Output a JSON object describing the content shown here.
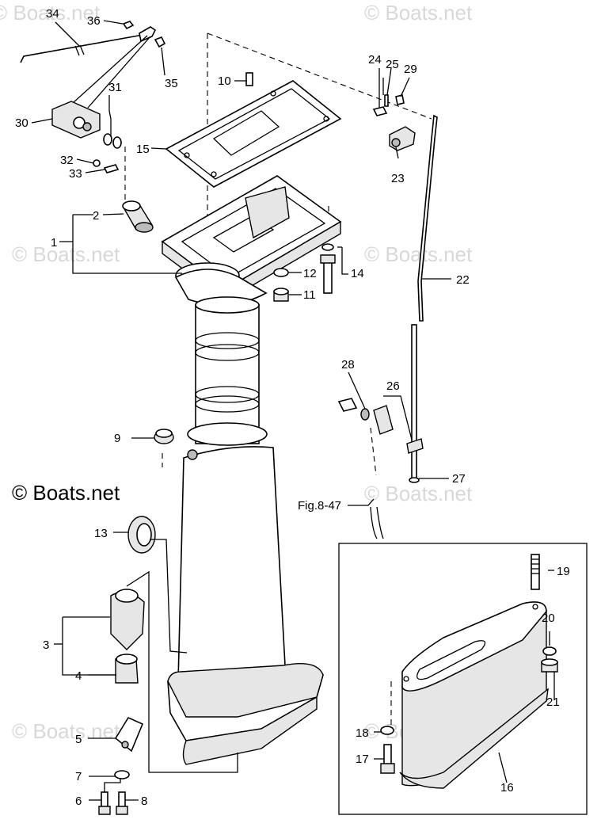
{
  "watermark": {
    "text": "© Boats.net"
  },
  "callouts": [
    {
      "id": "34",
      "text": "34"
    },
    {
      "id": "36",
      "text": "36"
    },
    {
      "id": "35",
      "text": "35"
    },
    {
      "id": "31",
      "text": "31"
    },
    {
      "id": "30",
      "text": "30"
    },
    {
      "id": "32",
      "text": "32"
    },
    {
      "id": "33",
      "text": "33"
    },
    {
      "id": "10",
      "text": "10"
    },
    {
      "id": "15",
      "text": "15"
    },
    {
      "id": "24",
      "text": "24"
    },
    {
      "id": "25",
      "text": "25"
    },
    {
      "id": "29",
      "text": "29"
    },
    {
      "id": "23",
      "text": "23"
    },
    {
      "id": "2",
      "text": "2"
    },
    {
      "id": "1",
      "text": "1"
    },
    {
      "id": "12",
      "text": "12"
    },
    {
      "id": "14",
      "text": "14"
    },
    {
      "id": "11",
      "text": "11"
    },
    {
      "id": "22",
      "text": "22"
    },
    {
      "id": "28",
      "text": "28"
    },
    {
      "id": "26",
      "text": "26"
    },
    {
      "id": "9",
      "text": "9"
    },
    {
      "id": "27",
      "text": "27"
    },
    {
      "id": "fig",
      "text": "Fig.8-47"
    },
    {
      "id": "13",
      "text": "13"
    },
    {
      "id": "19",
      "text": "19"
    },
    {
      "id": "20",
      "text": "20"
    },
    {
      "id": "3",
      "text": "3"
    },
    {
      "id": "4",
      "text": "4"
    },
    {
      "id": "21",
      "text": "21"
    },
    {
      "id": "18",
      "text": "18"
    },
    {
      "id": "5",
      "text": "5"
    },
    {
      "id": "17",
      "text": "17"
    },
    {
      "id": "16",
      "text": "16"
    },
    {
      "id": "7",
      "text": "7"
    },
    {
      "id": "6",
      "text": "6"
    },
    {
      "id": "8",
      "text": "8"
    }
  ]
}
